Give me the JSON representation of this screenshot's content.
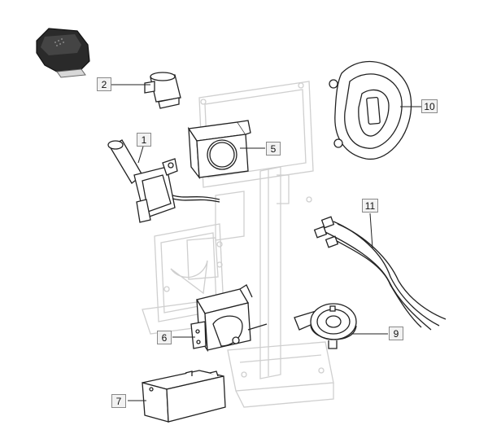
{
  "diagram": {
    "callouts": [
      {
        "id": "c1",
        "label": "1"
      },
      {
        "id": "c2",
        "label": "2"
      },
      {
        "id": "c5",
        "label": "5"
      },
      {
        "id": "c6",
        "label": "6"
      },
      {
        "id": "c7",
        "label": "7"
      },
      {
        "id": "c9",
        "label": "9"
      },
      {
        "id": "c10",
        "label": "10"
      },
      {
        "id": "c11",
        "label": "11"
      }
    ]
  }
}
